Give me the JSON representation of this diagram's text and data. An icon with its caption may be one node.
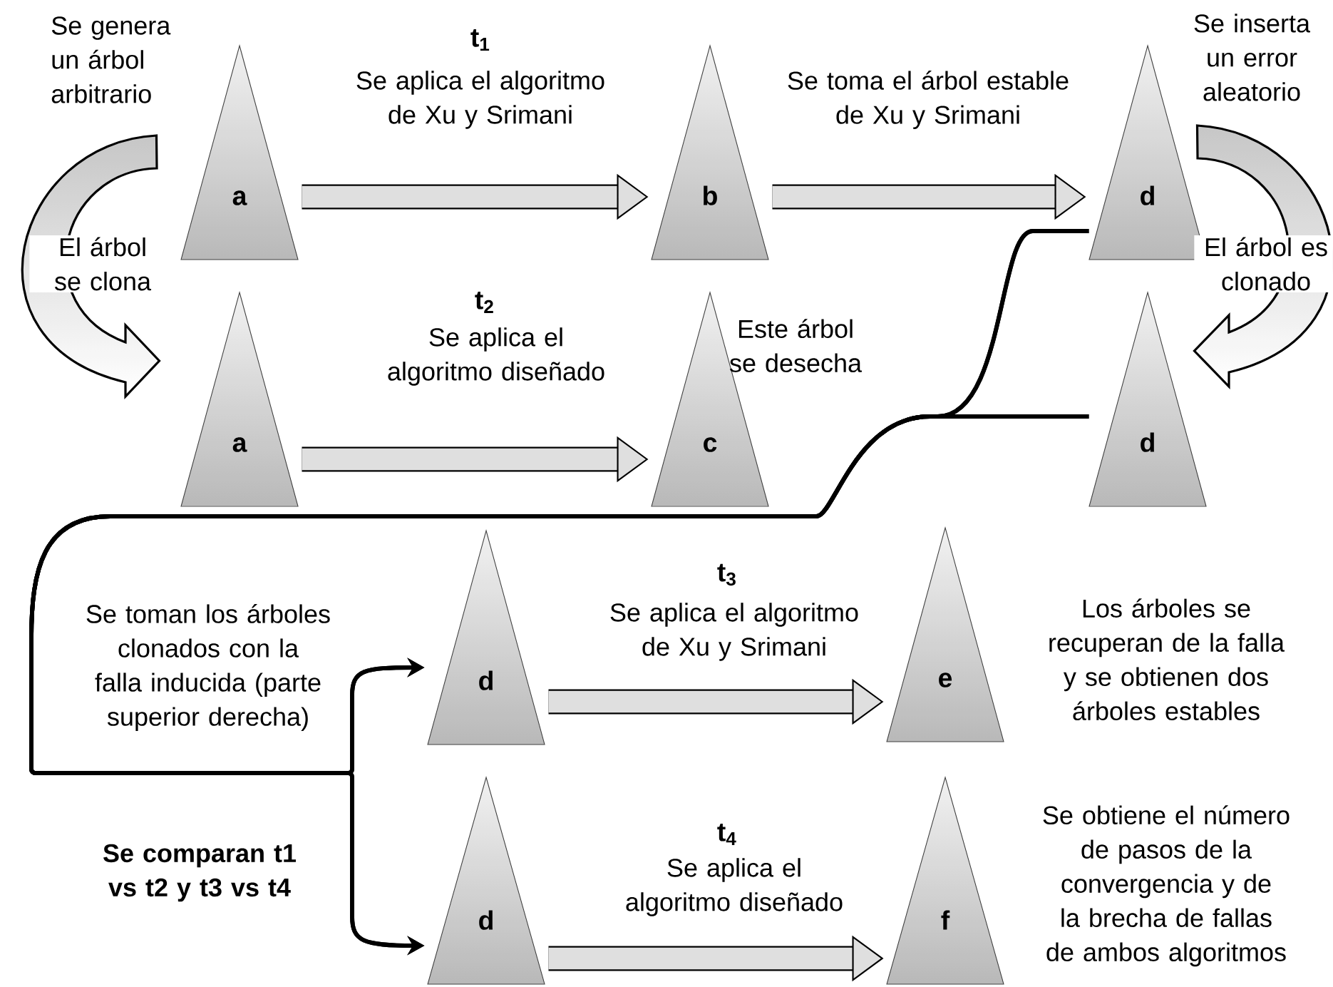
{
  "diagram": {
    "nodes": [
      {
        "text": [
          "a"
        ],
        "beside": [
          "Se genera un árbol arbitrario"
        ]
      },
      {
        "text": [
          "b"
        ]
      },
      {
        "text": [
          "d"
        ],
        "beside": [
          "Se inserta un error aleatorio"
        ]
      },
      {
        "text": [
          "a"
        ]
      },
      {
        "text": [
          "c"
        ],
        "beside": [
          "Este árbol se desecha"
        ]
      },
      {
        "text": [
          "d"
        ]
      },
      {
        "text": [
          "d"
        ]
      },
      {
        "text": [
          "e"
        ],
        "beside": [
          "Los árboles se recuperan de la falla y se obtienen dos árboles estables"
        ]
      },
      {
        "text": [
          "d"
        ]
      },
      {
        "text": [
          "f"
        ],
        "beside": [
          "Se obtiene el número de pasos de la convergencia y de la brecha de fallas de ambos algoritmos"
        ]
      }
    ],
    "edges": [
      {
        "from": 0,
        "to": 1,
        "arrow": "to",
        "label": "Se aplica el algoritmo de Xu y Srimani"
      },
      {
        "from": 1,
        "to": 2,
        "arrow": "to",
        "label": "Se toma el árbol estable de Xu y Srimani"
      },
      {
        "from": 3,
        "to": 4,
        "arrow": "to",
        "label": "Se aplica el algoritmo diseñado"
      },
      {
        "from": 0,
        "to": 3,
        "arrow": "to",
        "label": "El árbol se clona"
      },
      {
        "from": 2,
        "to": 5,
        "arrow": "to",
        "label": "El árbol es clonado"
      },
      {
        "from": 6,
        "to": 7,
        "arrow": "to",
        "label": "Se aplica el algoritmo de Xu y Srimani"
      },
      {
        "from": 8,
        "to": 9,
        "arrow": "to",
        "label": "Se aplica el algoritmo diseñado"
      },
      {
        "from": 2,
        "to": 6,
        "arrow": "to"
      },
      {
        "from": 2,
        "to": 8,
        "arrow": "to"
      },
      {
        "from": 5,
        "to": 6,
        "arrow": "to"
      },
      {
        "from": 5,
        "to": 8,
        "arrow": "to"
      }
    ],
    "labels": [
      "t$_{1}$",
      "t$_{2}$",
      "Se toman los árboles clonados  con la falla inducida (parte superior derecha)",
      "t$_{3}$",
      "Se comparan t1 vs t2 y t3 vs t4",
      "t$_{4}$"
    ]
  }
}
